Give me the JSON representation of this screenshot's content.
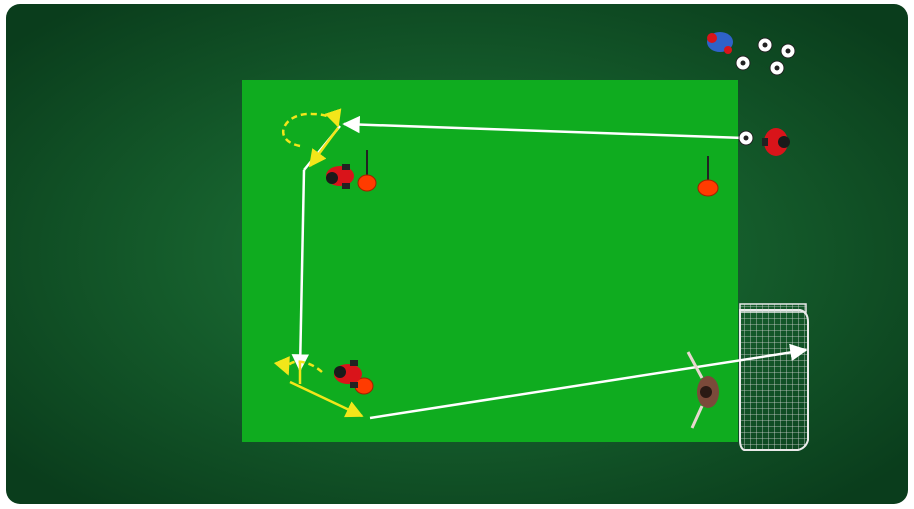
{
  "colors": {
    "background_outer": "#0a3d1c",
    "background_inner": "#1f7a3a",
    "field": "#0fac1f",
    "pass_line": "#ffffff",
    "run_line": "#f2e61a",
    "cone": "#ff3b00",
    "player_red": "#d9141a",
    "player_blue": "#2f62c9",
    "goalkeeper": "#7b4a3a",
    "goal_net": "#dcdcdc"
  },
  "elements": {
    "balls": "soccer-ball-icon",
    "players_attacking": "player-red-icon",
    "players_waiting": "player-blue-icon",
    "goalkeeper": "goalkeeper-icon",
    "markers": "cone-icon",
    "goal": "goal-net-icon"
  },
  "drill": {
    "players_red_count": 3,
    "players_blue_count": 1,
    "balls_count": 5,
    "cones_count": 3,
    "goalkeepers_count": 1
  }
}
